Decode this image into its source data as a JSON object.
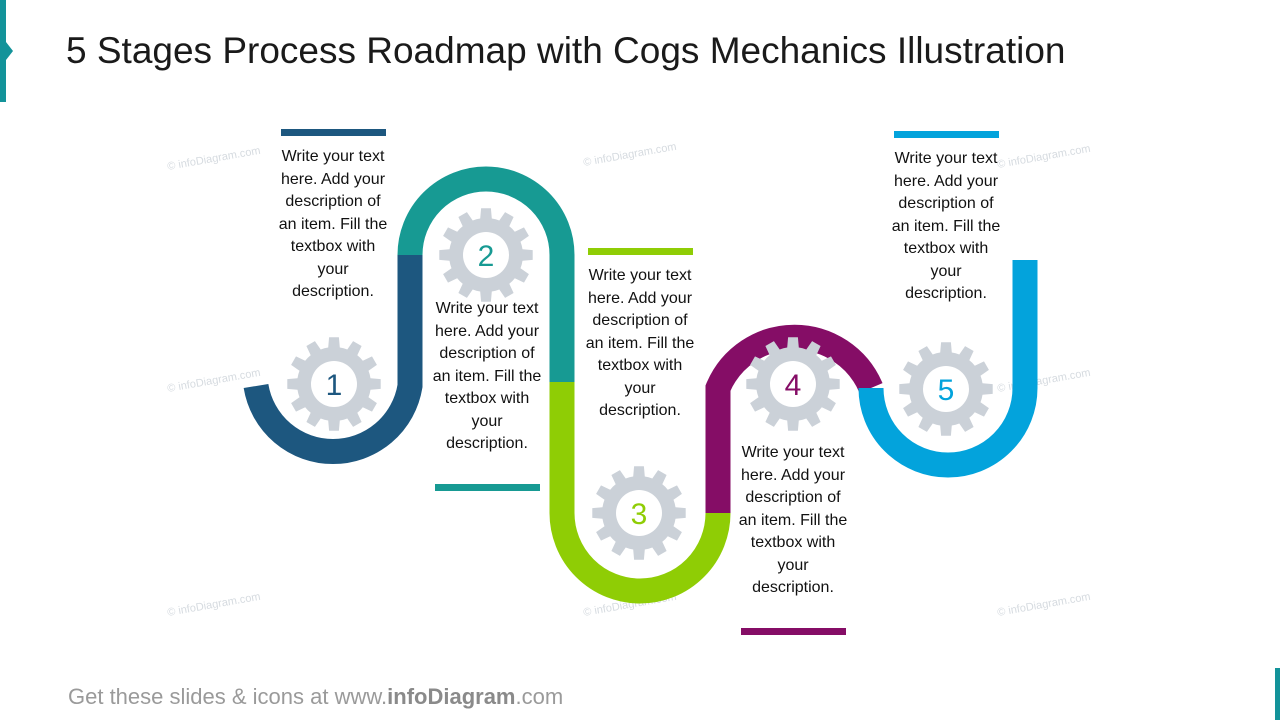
{
  "title": "5 Stages Process Roadmap with Cogs Mechanics Illustration",
  "footer": {
    "prefix": "Get these slides & icons at www.",
    "brand": "infoDiagram",
    "suffix": ".com"
  },
  "watermark": "© infoDiagram.com",
  "accent_color": "#13939a",
  "cog_color": "#cbd1d8",
  "stages": [
    {
      "number": "1",
      "color": "#1d577f",
      "text": "Write your text here. Add your description of an item. Fill the textbox with your description."
    },
    {
      "number": "2",
      "color": "#179a93",
      "text": "Write your text here. Add your description of an item. Fill the textbox with your description."
    },
    {
      "number": "3",
      "color": "#8fcd05",
      "text": "Write your text here. Add your description of an item. Fill the textbox with your description."
    },
    {
      "number": "4",
      "color": "#850d66",
      "text": "Write your text here. Add your description of an item. Fill the textbox with your description."
    },
    {
      "number": "5",
      "color": "#03a3dc",
      "text": "Write your text here. Add your description of an item. Fill the textbox with your description."
    }
  ]
}
